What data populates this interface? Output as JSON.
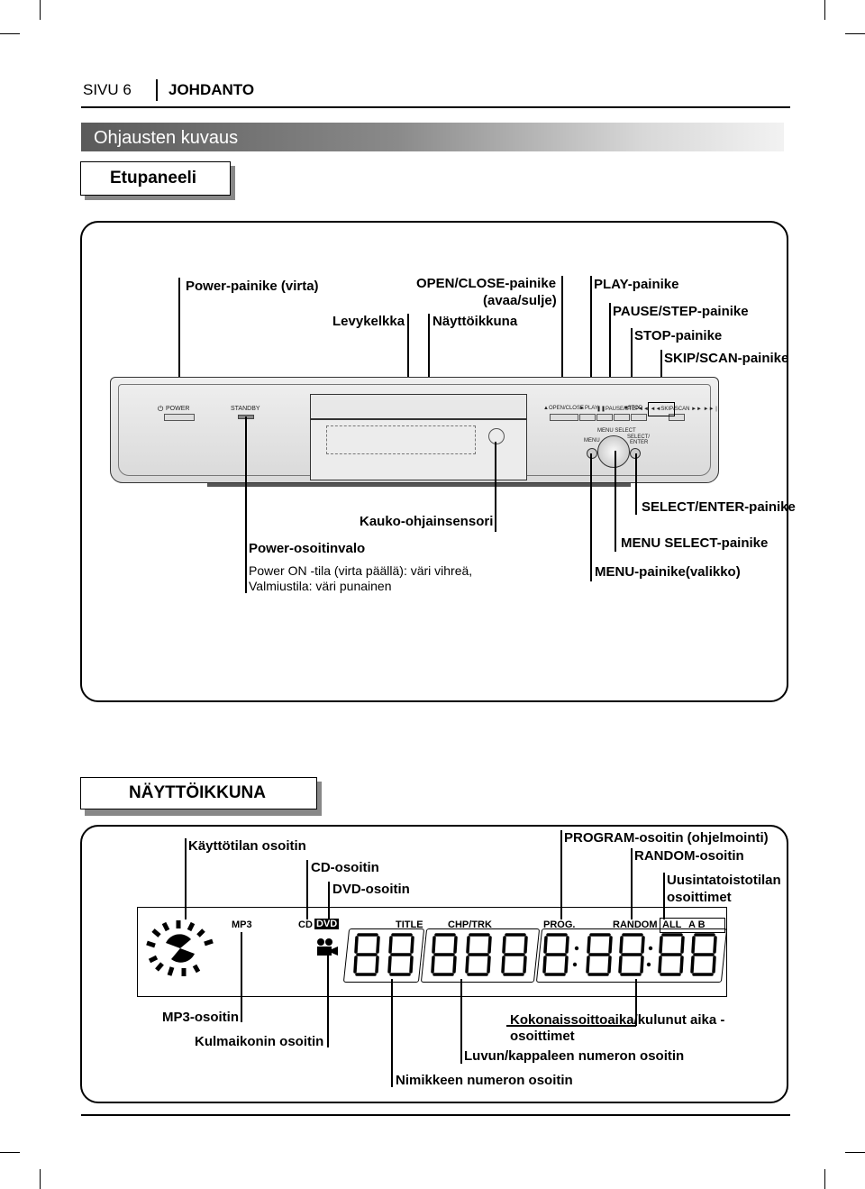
{
  "header": {
    "page": "SIVU 6",
    "chapter": "JOHDANTO"
  },
  "section_bar": {
    "title": "Ohjausten kuvaus"
  },
  "front_panel": {
    "heading": "Etupaneeli",
    "labels": {
      "power": "Power-painike (virta)",
      "tray": "Levykelkka",
      "open_close_1": "OPEN/CLOSE-painike",
      "open_close_2": "(avaa/sulje)",
      "display_window": "Näyttöikkuna",
      "play": "PLAY-painike",
      "pause": "PAUSE/STEP-painike",
      "stop": "STOP-painike",
      "skip": "SKIP/SCAN-painike",
      "remote_sensor": "Kauko-ohjainsensori",
      "power_led": "Power-osoitinvalo",
      "power_led_desc_1": "Power ON -tila (virta päällä): väri vihreä,",
      "power_led_desc_2": "Valmiustila: väri punainen",
      "select_enter": "SELECT/ENTER-painike",
      "menu_select": "MENU SELECT-painike",
      "menu": "MENU-painike(valikko)"
    },
    "device": {
      "power": "POWER",
      "standby": "STANDBY",
      "open_close": "▲OPEN/CLOSE",
      "play": "►PLAY",
      "pause": "❚❚PAUSE/STEP",
      "stop": "■STOP",
      "skip": "◄◄ ◄◄SKIP/SCAN ►► ►►❘",
      "menu_select": "MENU SELECT",
      "menu": "MENU",
      "select_enter_1": "SELECT/",
      "select_enter_2": "ENTER"
    }
  },
  "display_section": {
    "heading": "NÄYTTÖIKKUNA",
    "labels": {
      "mode": "Käyttötilan osoitin",
      "cd": "CD-osoitin",
      "dvd": "DVD-osoitin",
      "program": "PROGRAM-osoitin (ohjelmointi)",
      "random": "RANDOM-osoitin",
      "repeat_1": "Uusintatoistotilan",
      "repeat_2": "osoittimet",
      "mp3": "MP3-osoitin",
      "angle": "Kulmaikonin osoitin",
      "time_1": "Kokonaissoittoaika/kulunut aika -",
      "time_2": "osoittimet",
      "chapter": "Luvun/kappaleen numeron osoitin",
      "title": "Nimikkeen numeron osoitin"
    },
    "lcd": {
      "mp3": "MP3",
      "cd": "CD",
      "dvd": "DVD",
      "title": "TITLE",
      "chp_trk": "CHP/TRK",
      "prog": "PROG.",
      "random": "RANDOM",
      "all": "ALL",
      "ab": "A  B"
    }
  }
}
